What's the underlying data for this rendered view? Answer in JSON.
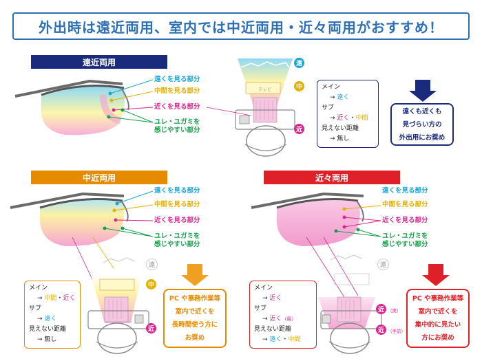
{
  "title": "外出時は遠近両用、室内では中近両用・近々両用がおすすめ！",
  "colors": {
    "far": "#19a6d6",
    "mid": "#e3b100",
    "near": "#d8278e",
    "dist": "#17a04a",
    "navy": "#1a2a7c",
    "orange": "#e68a00",
    "red": "#e02028"
  },
  "labels": {
    "far": "遠くを見る部分",
    "mid": "中間を見る部分",
    "near": "近くを見る部分",
    "dist1": "ユレ・ユガミを",
    "dist2": "感じやすい部分"
  },
  "sections": [
    {
      "id": "enkin",
      "header": "遠近両用",
      "info": {
        "main_label": "メイン",
        "main_val": "遠く",
        "sub_label": "サブ",
        "sub_val1": "近く",
        "sep": "・",
        "sub_val2": "中間",
        "invisible_label": "見えない距離",
        "invisible_val": "無し"
      },
      "rec": [
        "遠くも近くも",
        "見づらい方の",
        "外出用にお奨め"
      ],
      "circles": {
        "far": "遠",
        "mid": "中",
        "near": "近"
      },
      "tv": "テレビ"
    },
    {
      "id": "chukin",
      "header": "中近両用",
      "info": {
        "main_label": "メイン",
        "main_val1": "中間",
        "sep": "・",
        "main_val2": "近く",
        "sub_label": "サブ",
        "sub_val": "遠く",
        "invisible_label": "見えない距離",
        "invisible_val": "無し"
      },
      "rec": [
        "PC や事務作業等",
        "室内で近くを",
        "長時間使う方に",
        "お奨め"
      ],
      "circles": {
        "far": "遠",
        "mid": "中",
        "near": "近"
      }
    },
    {
      "id": "kinkin",
      "header": "近々両用",
      "info": {
        "main_label": "メイン",
        "main_val": "近く",
        "sub_label": "サブ",
        "sub_val": "近く",
        "sub_note": "（奥）",
        "invisible_label": "見えない距離",
        "invisible_val1": "遠く",
        "sep": "・",
        "invisible_val2": "中間"
      },
      "rec": [
        "PC や事務作業等",
        "室内で近くを",
        "集中的に見たい",
        "方にお奨め"
      ],
      "circles": {
        "far": "遠",
        "near1": "近",
        "near2": "近"
      },
      "near_notes": {
        "back": "（奥）",
        "front": "（手前）"
      }
    }
  ]
}
